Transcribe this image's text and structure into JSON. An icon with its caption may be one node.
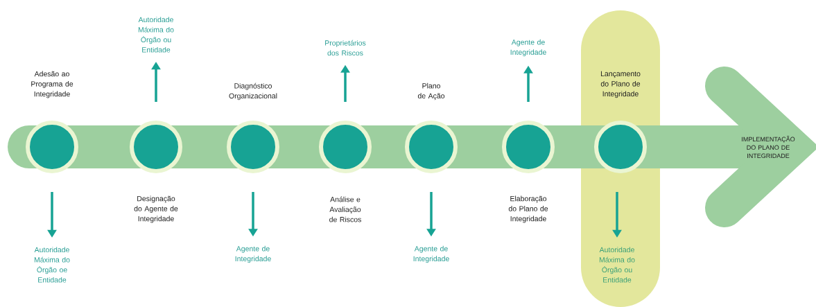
{
  "diagram": {
    "nodes": [
      {
        "text": [],
        "shape": "box"
      },
      {
        "text": [],
        "shape": "circle",
        "beside": [
          "Adesão ao Programa de Integridade"
        ]
      },
      {
        "text": [],
        "shape": "circle",
        "beside": [
          "Designação do Agente de Integridade"
        ]
      },
      {
        "text": [],
        "shape": "circle",
        "beside": [
          "Diagnóstico Organizacional"
        ]
      },
      {
        "text": [],
        "shape": "circle",
        "beside": [
          "Análise e Avaliação de Riscos"
        ]
      },
      {
        "text": [],
        "shape": "circle",
        "beside": [
          "Plano de Ação"
        ]
      },
      {
        "text": [],
        "shape": "circle",
        "beside": [
          "Elaboração do Plano de Integridade"
        ]
      },
      {
        "text": [],
        "shape": "circle",
        "beside": [
          "Lançamento do Plano de Integridade"
        ],
        "in": 0
      },
      {
        "text": [
          "Autoridade Máxima do Órgão oe Entidade"
        ]
      },
      {
        "text": [
          "Autoridade Máxima do Órgão ou Entidade"
        ]
      },
      {
        "text": [
          "Agente de Integridade"
        ]
      },
      {
        "text": [
          "Proprietários dos Riscos"
        ]
      },
      {
        "text": [
          "Agente de Integridade"
        ]
      },
      {
        "text": [
          "Agente de Integridade"
        ]
      },
      {
        "text": [
          "Autoridade Máxima do Órgão ou Entidade"
        ],
        "in": 0
      }
    ],
    "edges": [
      {
        "from": null,
        "to": 8,
        "arrow": "to"
      },
      {
        "from": null,
        "to": 9,
        "arrow": "to"
      },
      {
        "from": null,
        "to": 10,
        "arrow": "to"
      },
      {
        "from": null,
        "to": 11,
        "arrow": "to"
      },
      {
        "from": null,
        "to": 12,
        "arrow": "to"
      },
      {
        "from": null,
        "to": 13,
        "arrow": "to"
      },
      {
        "from": null,
        "to": 14,
        "arrow": "to"
      }
    ],
    "labels": [
      "IMPLEMENTAÇÃO DO PLANO DE INTEGRIDADE"
    ]
  }
}
